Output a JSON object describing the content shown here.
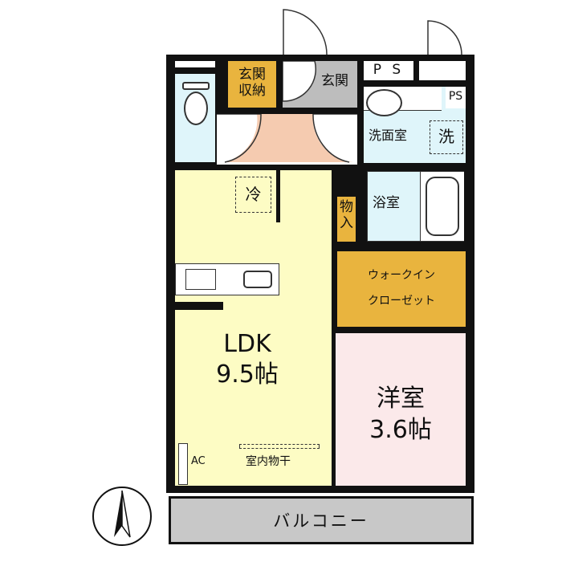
{
  "rooms": {
    "genkan_storage": "玄関\n収納",
    "genkan": "玄関",
    "ps1": "P S",
    "ps2": "PS",
    "washroom": "洗面室",
    "washer": "洗",
    "fridge": "冷",
    "bath": "浴室",
    "storage": "物入",
    "walkin_closet_line1": "ウォークイン",
    "walkin_closet_line2": "クローゼット",
    "ldk_name": "LDK",
    "ldk_size": "9.5帖",
    "western_name": "洋室",
    "western_size": "3.6帖",
    "ac": "AC",
    "indoor_drying": "室内物干",
    "balcony": "バルコニー"
  },
  "colors": {
    "ldk": "#fdfcc4",
    "western": "#fbe9ea",
    "closet": "#e9b43e",
    "water": "#dff5fa",
    "genkan": "#bdbdbd",
    "hall": "#f5cbb0",
    "balcony": "#c8c8c8"
  }
}
